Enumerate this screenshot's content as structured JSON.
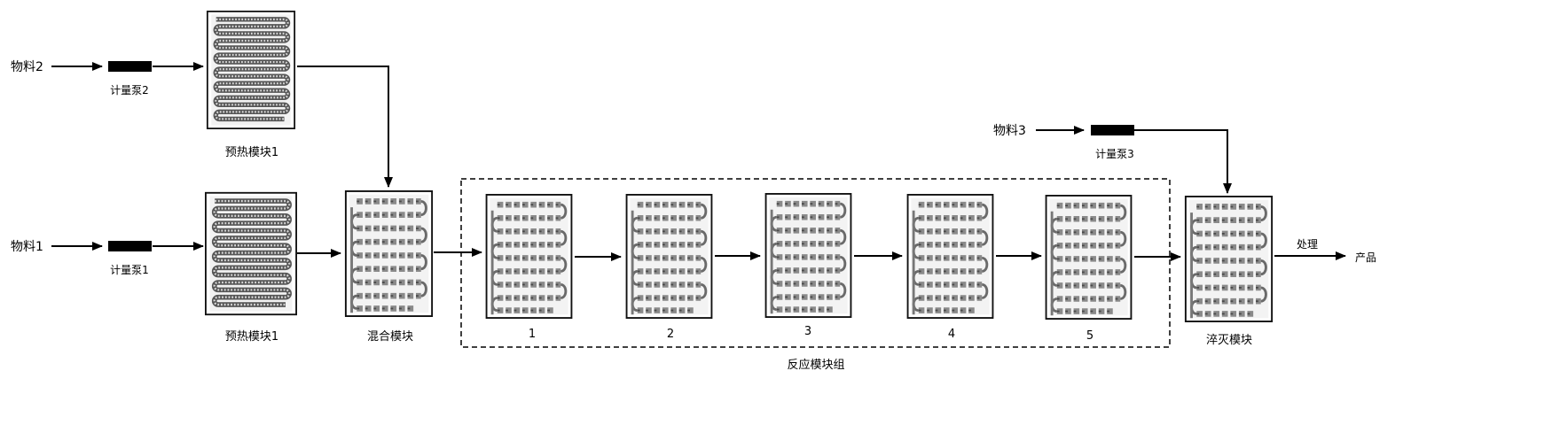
{
  "labels": {
    "material1": "物料1",
    "material2": "物料2",
    "material3": "物料3",
    "pump1": "计量泵1",
    "pump2": "计量泵2",
    "pump3": "计量泵3",
    "preheat_top": "预热模块1",
    "preheat_bottom": "预热模块1",
    "mix": "混合模块",
    "reactor1": "1",
    "reactor2": "2",
    "reactor3": "3",
    "reactor4": "4",
    "reactor5": "5",
    "reaction_group": "反应模块组",
    "quench": "淬灭模块",
    "process": "处理",
    "product": "产品"
  }
}
